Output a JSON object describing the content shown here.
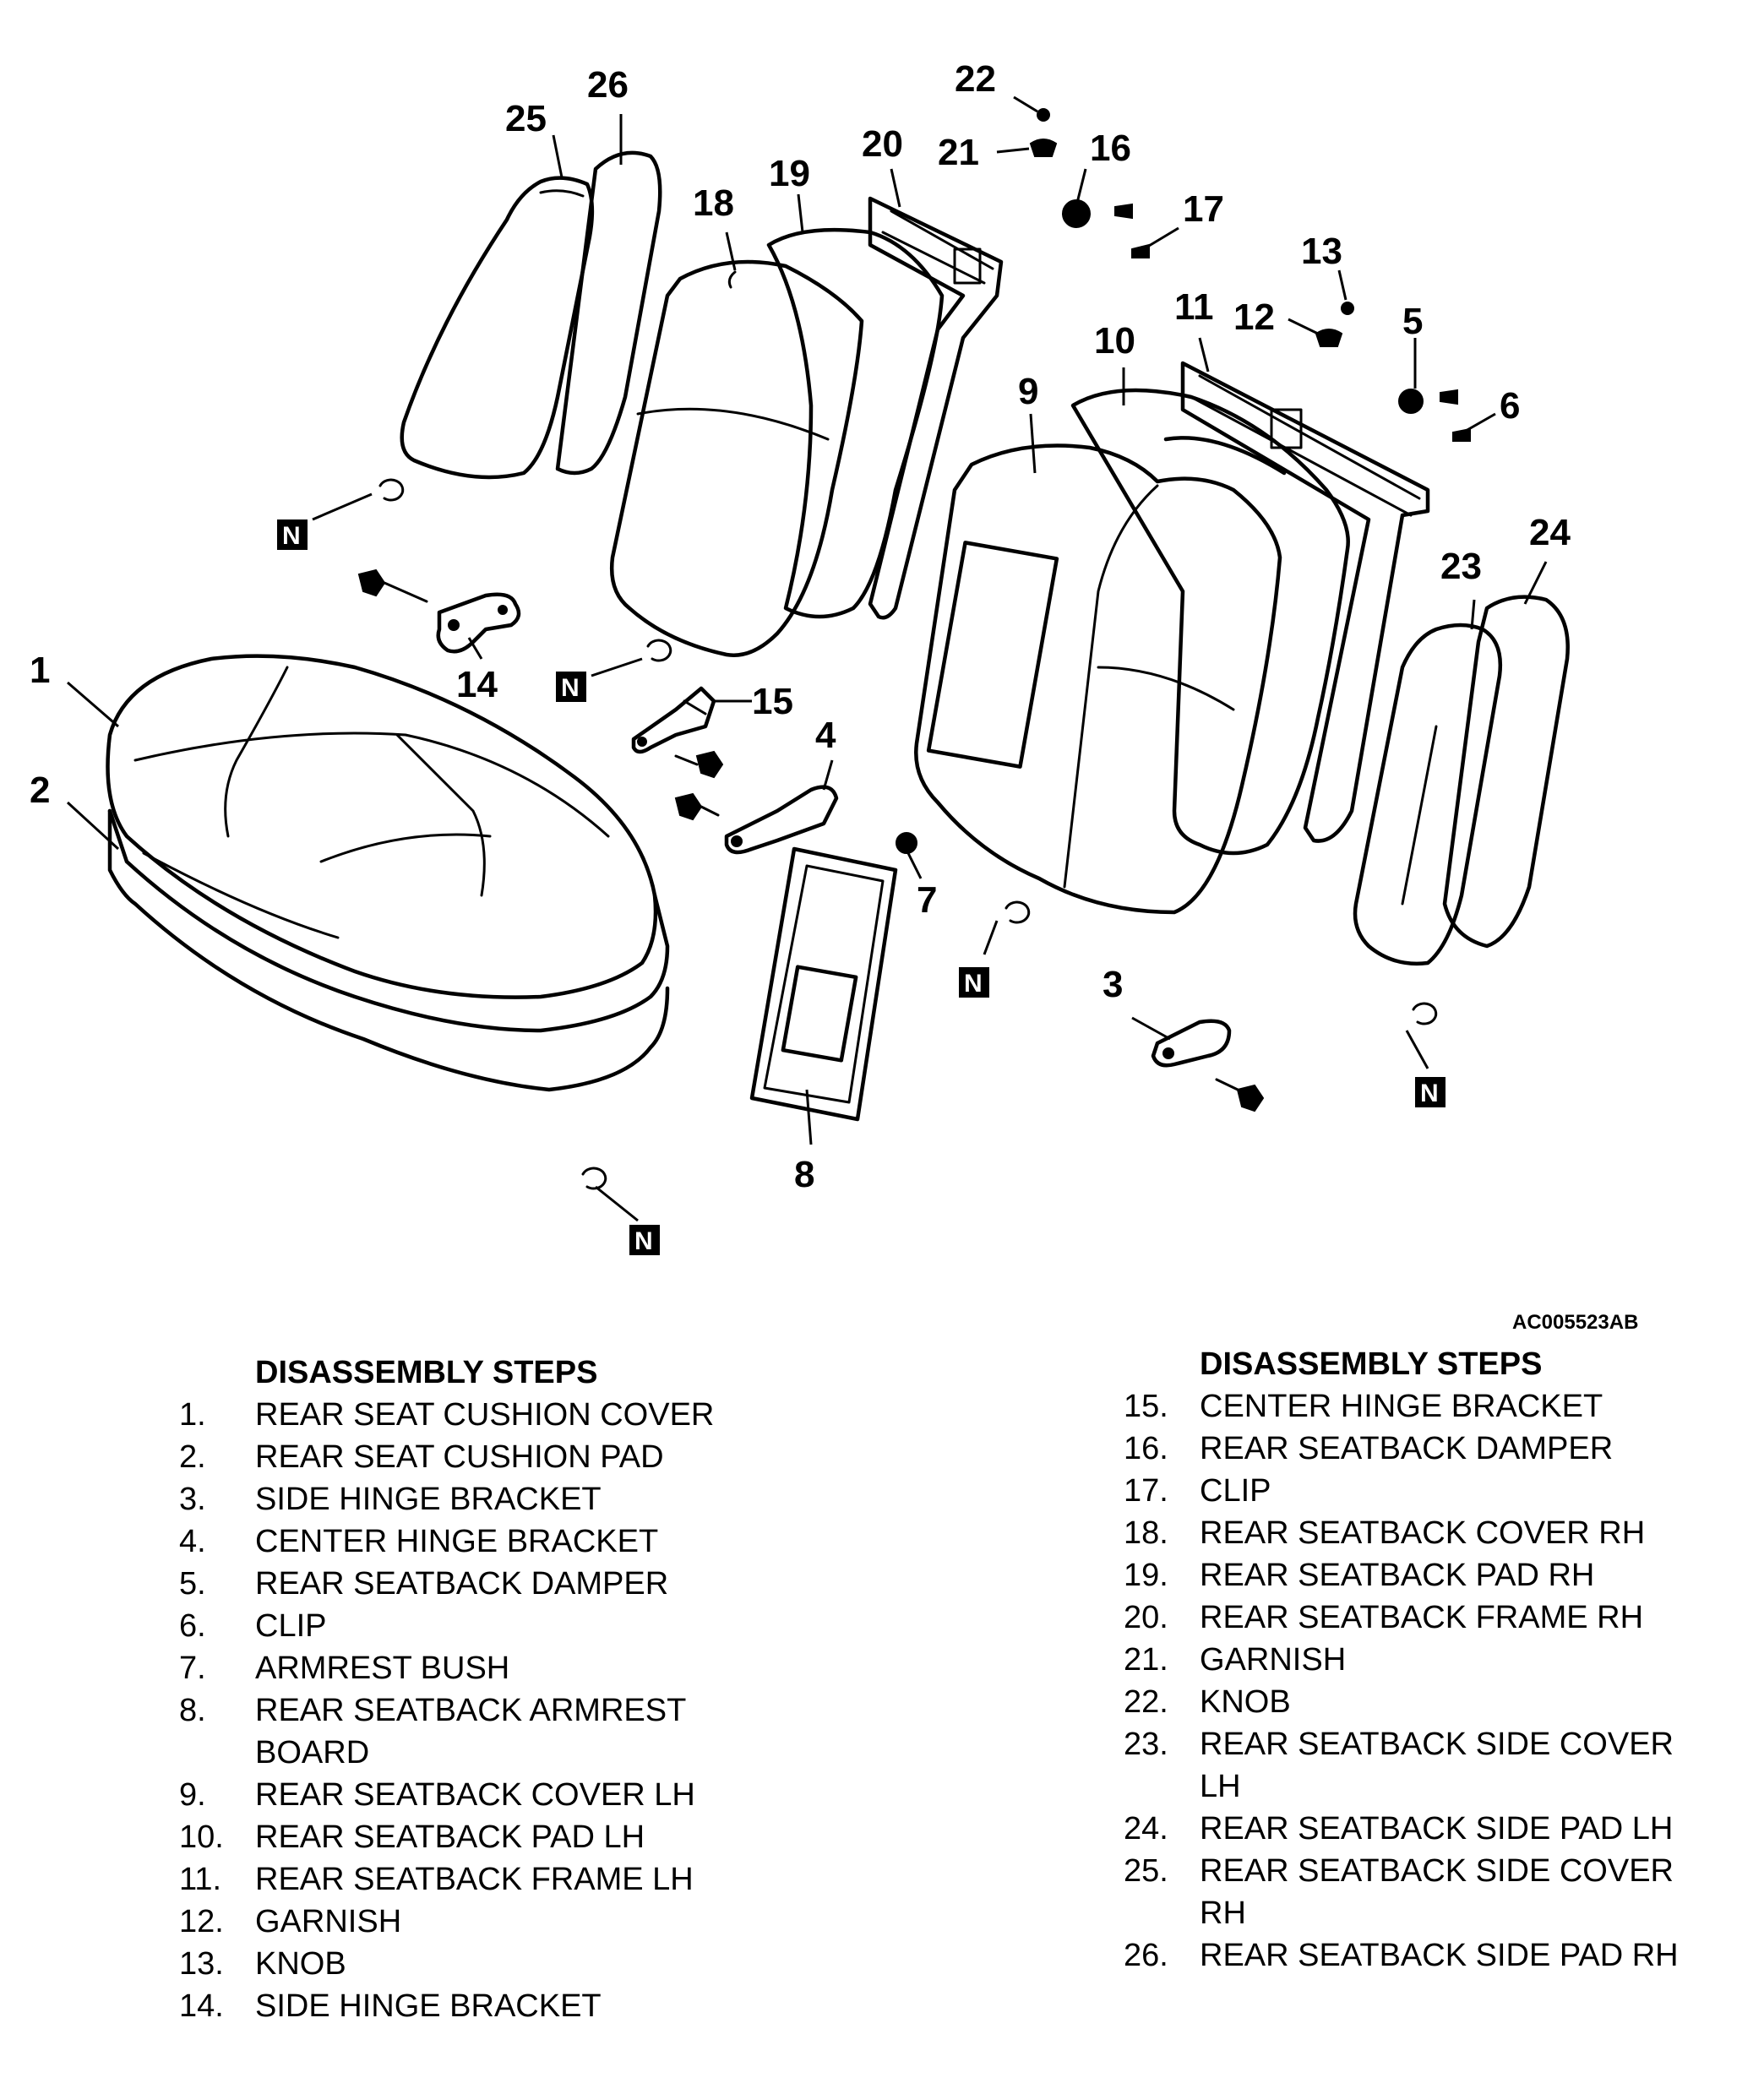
{
  "figure": {
    "code": "AC005523AB",
    "marker_label": "N",
    "callouts": [
      "1",
      "2",
      "3",
      "4",
      "5",
      "6",
      "7",
      "8",
      "9",
      "10",
      "11",
      "12",
      "13",
      "14",
      "15",
      "16",
      "17",
      "18",
      "19",
      "20",
      "21",
      "22",
      "23",
      "24",
      "25",
      "26"
    ]
  },
  "steps_left": {
    "heading": "DISASSEMBLY STEPS",
    "items": [
      {
        "num": "1.",
        "text": "REAR SEAT CUSHION COVER"
      },
      {
        "num": "2.",
        "text": "REAR SEAT CUSHION PAD"
      },
      {
        "num": "3.",
        "text": "SIDE HINGE BRACKET"
      },
      {
        "num": "4.",
        "text": "CENTER HINGE BRACKET"
      },
      {
        "num": "5.",
        "text": "REAR SEATBACK DAMPER"
      },
      {
        "num": "6.",
        "text": "CLIP"
      },
      {
        "num": "7.",
        "text": "ARMREST BUSH"
      },
      {
        "num": "8.",
        "text": "REAR SEATBACK ARMREST\nBOARD"
      },
      {
        "num": "9.",
        "text": "REAR SEATBACK COVER LH"
      },
      {
        "num": "10.",
        "text": "REAR SEATBACK PAD LH"
      },
      {
        "num": "11.",
        "text": "REAR SEATBACK FRAME LH"
      },
      {
        "num": "12.",
        "text": "GARNISH"
      },
      {
        "num": "13.",
        "text": "KNOB"
      },
      {
        "num": "14.",
        "text": "SIDE HINGE BRACKET"
      }
    ]
  },
  "steps_right": {
    "heading": "DISASSEMBLY STEPS",
    "items": [
      {
        "num": "15.",
        "text": "CENTER HINGE BRACKET"
      },
      {
        "num": "16.",
        "text": "REAR SEATBACK DAMPER"
      },
      {
        "num": "17.",
        "text": "CLIP"
      },
      {
        "num": "18.",
        "text": "REAR SEATBACK COVER RH"
      },
      {
        "num": "19.",
        "text": "REAR SEATBACK PAD RH"
      },
      {
        "num": "20.",
        "text": "REAR SEATBACK FRAME RH"
      },
      {
        "num": "21.",
        "text": "GARNISH"
      },
      {
        "num": "22.",
        "text": "KNOB"
      },
      {
        "num": "23.",
        "text": "REAR SEATBACK SIDE COVER\nLH"
      },
      {
        "num": "24.",
        "text": "REAR SEATBACK SIDE PAD LH"
      },
      {
        "num": "25.",
        "text": "REAR SEATBACK SIDE COVER\nRH"
      },
      {
        "num": "26.",
        "text": "REAR SEATBACK SIDE PAD RH"
      }
    ]
  }
}
